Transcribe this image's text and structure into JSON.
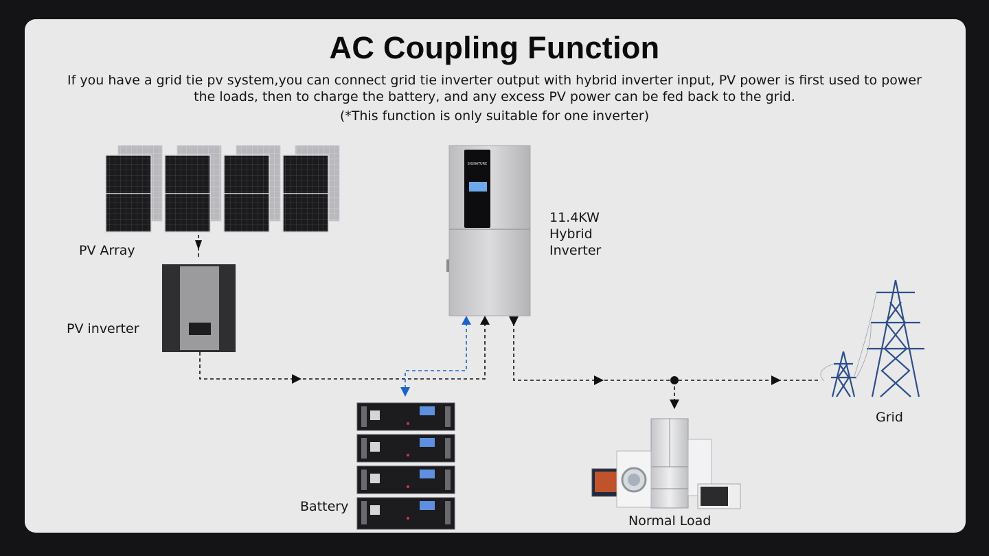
{
  "title": "AC Coupling Function",
  "description": "If you have a grid tie pv system,you can connect grid tie inverter output with hybrid inverter input, PV power is first used to power the loads, then to charge the battery, and any excess PV power can be fed back to the grid.",
  "note": "(*This function is only suitable for one inverter)",
  "components": {
    "pv_array": "PV Array",
    "pv_inverter": "PV inverter",
    "hybrid_inverter": {
      "line1": "11.4KW",
      "line2": "Hybrid",
      "line3": "Inverter"
    },
    "battery": "Battery",
    "normal_load": "Normal Load",
    "grid": "Grid"
  },
  "colors": {
    "background": "#141416",
    "card": "#e9e9ea",
    "line": "#111111",
    "battery_link": "#1a63c8",
    "pylon": "#2d4f8a"
  },
  "battery_modules": 4
}
